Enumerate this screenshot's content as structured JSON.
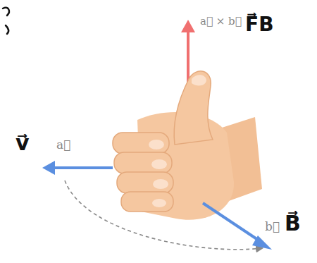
{
  "diagram": {
    "labels": [
      "a⃗ × b⃗",
      "F⃗B",
      "v⃗",
      "a⃗",
      "b⃗",
      "B⃗"
    ]
  }
}
